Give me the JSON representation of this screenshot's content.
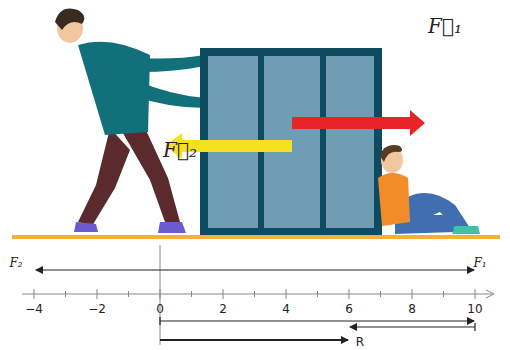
{
  "diagram": {
    "labels": [
      "F⃗₁",
      "F⃗₂",
      "F₂",
      "F₁",
      "−4",
      "−2",
      "0",
      "2",
      "4",
      "6",
      "8",
      "10",
      "R"
    ]
  }
}
